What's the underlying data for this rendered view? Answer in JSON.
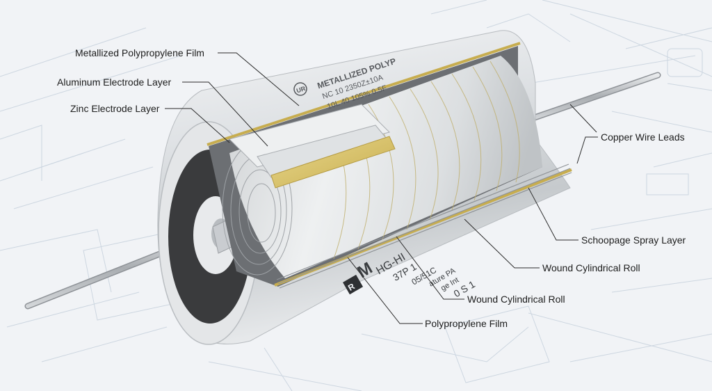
{
  "labels": {
    "metallized_film": "Metallized Polypropylene Film",
    "aluminum_electrode": "Aluminum Electrode Layer",
    "zinc_electrode": "Zinc Electrode Layer",
    "copper_leads": "Copper Wire Leads",
    "schoopage_spray": "Schoopage Spray Layer",
    "wound_roll_upper": "Wound Cylindrical Roll",
    "wound_roll_lower": "Wound Cylindrical Roll",
    "polypropylene_film": "Polypropylene Film"
  },
  "case_markings": {
    "top_line1": "METALLIZED POLYP",
    "top_line2": "NC 10 2350Z±10A",
    "top_line3": "10L 40 105% 0.5F",
    "front_line1": "M",
    "front_line2": "HG-HI",
    "front_line3": "37P 1",
    "front_line4": "05/51C",
    "front_line5": "ature PA",
    "front_line6": "ge Int",
    "front_line7": "0 S 1"
  },
  "colors": {
    "background": "#f1f3f6",
    "blueprint_line": "#c9d3de",
    "case_silver": "#d8dbde",
    "end_cap_dark": "#3a3b3d",
    "gold_foil": "#d8c36a",
    "copper_wire": "#b9bcc0"
  }
}
